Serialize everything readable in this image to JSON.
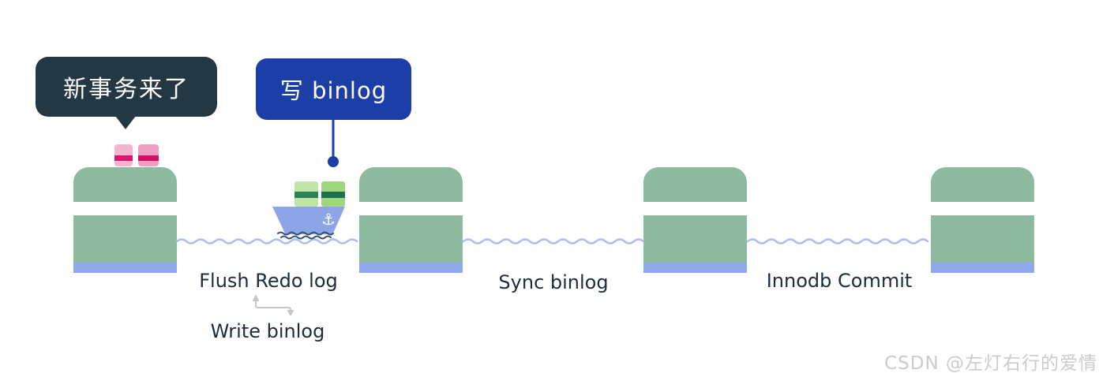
{
  "bubbles": {
    "new_transaction": {
      "label": "新事务来了"
    },
    "write_binlog": {
      "label": "写 binlog"
    }
  },
  "steps": [
    {
      "label": "Flush Redo log"
    },
    {
      "label": "Write binlog"
    },
    {
      "label": "Sync binlog"
    },
    {
      "label": "Innodb Commit"
    }
  ],
  "icons": {
    "anchor": "⚓"
  },
  "watermark": "CSDN @左灯右行的爱情",
  "colors": {
    "pier_green": "#8ebba0",
    "pier_base_blue": "#8fa9ec",
    "water_wave": "#abbcf2",
    "dark_wave": "#30506e",
    "boat_hull": "#8da4e6",
    "bubble_dark": "#243843",
    "bubble_blue": "#1c3ea7",
    "label_text": "#1d2c3b",
    "cargo_pink_light": "#f4b4cd",
    "cargo_pink_stripe": "#d6176f",
    "cargo_green_light": "#c1e4a8",
    "cargo_green_stripe": "#2d8157",
    "arrow_gray": "#c6c6c6",
    "watermark_gray": "#cbcbcb"
  }
}
